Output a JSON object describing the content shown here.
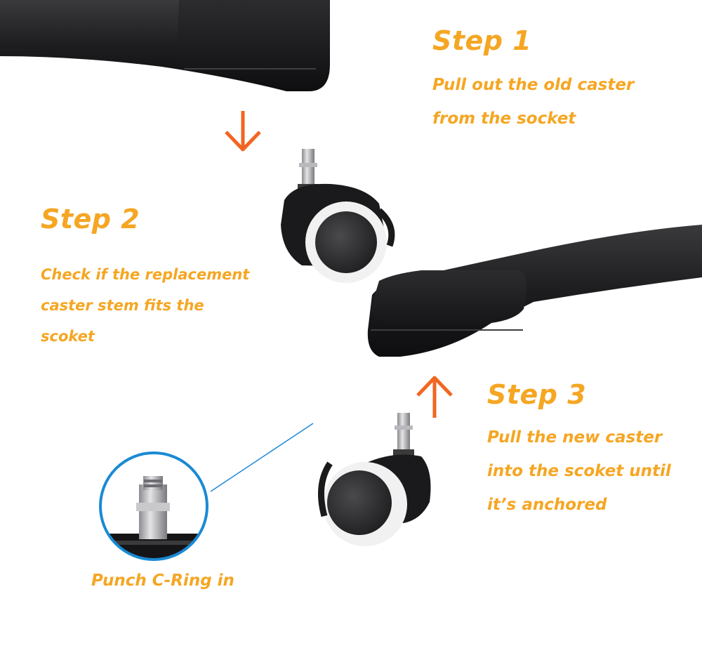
{
  "colors": {
    "text_accent": "#f5a623",
    "arrow": "#f26522",
    "leg": "#1c1c1e",
    "circle_ring": "#1a8ad4",
    "callout_line": "#1a8ad4"
  },
  "step1": {
    "title": "Step 1",
    "lines": [
      "Pull out the old caster",
      "from the socket"
    ]
  },
  "step2": {
    "title": "Step 2",
    "lines": [
      "Check if the replacement",
      "caster stem fits the",
      "scoket"
    ]
  },
  "step3": {
    "title": "Step 3",
    "lines": [
      "Pull the new caster",
      "into the scoket until",
      "it’s anchored"
    ]
  },
  "callout": {
    "label": "Punch C-Ring in"
  },
  "icons": {
    "arrow_down": "down-arrow-icon",
    "arrow_up": "up-arrow-icon"
  }
}
